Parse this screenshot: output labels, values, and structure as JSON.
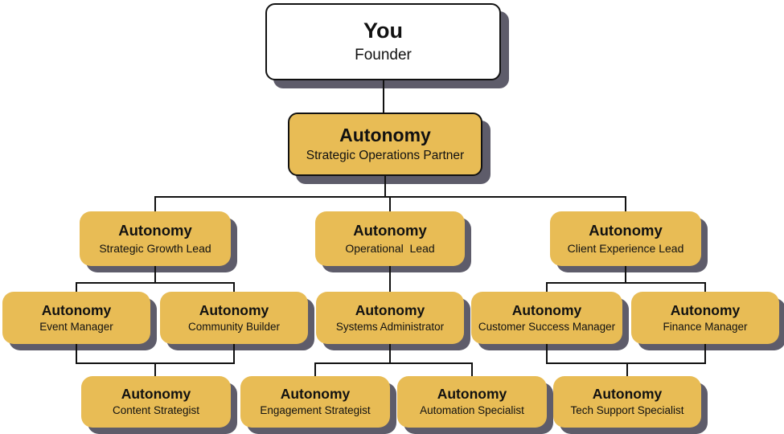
{
  "colors": {
    "node_fill": "#E8BC55",
    "node_shadow": "#5E5C6A",
    "root_fill": "#FFFFFF",
    "border": "#111111",
    "connector": "#111111",
    "text": "#111111",
    "background": "#FFFFFF"
  },
  "nodes": {
    "founder": {
      "title": "You",
      "subtitle": "Founder"
    },
    "strategic_operations_partner": {
      "title": "Autonomy",
      "subtitle": "Strategic Operations Partner"
    },
    "strategic_growth_lead": {
      "title": "Autonomy",
      "subtitle": "Strategic Growth Lead"
    },
    "operational_lead": {
      "title": "Autonomy",
      "subtitle": "Operational  Lead"
    },
    "client_experience_lead": {
      "title": "Autonomy",
      "subtitle": "Client Experience Lead"
    },
    "event_manager": {
      "title": "Autonomy",
      "subtitle": "Event Manager"
    },
    "community_builder": {
      "title": "Autonomy",
      "subtitle": "Community Builder"
    },
    "systems_administrator": {
      "title": "Autonomy",
      "subtitle": "Systems Administrator"
    },
    "customer_success_manager": {
      "title": "Autonomy",
      "subtitle": "Customer Success Manager"
    },
    "finance_manager": {
      "title": "Autonomy",
      "subtitle": "Finance Manager"
    },
    "content_strategist": {
      "title": "Autonomy",
      "subtitle": "Content Strategist"
    },
    "engagement_strategist": {
      "title": "Autonomy",
      "subtitle": "Engagement Strategist"
    },
    "automation_specialist": {
      "title": "Autonomy",
      "subtitle": "Automation Specialist"
    },
    "tech_support_specialist": {
      "title": "Autonomy",
      "subtitle": "Tech Support Specialist"
    }
  },
  "hierarchy": {
    "founder": [
      "strategic_operations_partner"
    ],
    "strategic_operations_partner": [
      "strategic_growth_lead",
      "operational_lead",
      "client_experience_lead"
    ],
    "strategic_growth_lead": [
      "event_manager",
      "community_builder"
    ],
    "operational_lead": [
      "systems_administrator"
    ],
    "client_experience_lead": [
      "customer_success_manager",
      "finance_manager"
    ],
    "event_manager_and_community_builder": [
      "content_strategist"
    ],
    "systems_administrator": [
      "engagement_strategist",
      "automation_specialist"
    ],
    "customer_success_manager_and_finance_manager": [
      "tech_support_specialist"
    ]
  }
}
